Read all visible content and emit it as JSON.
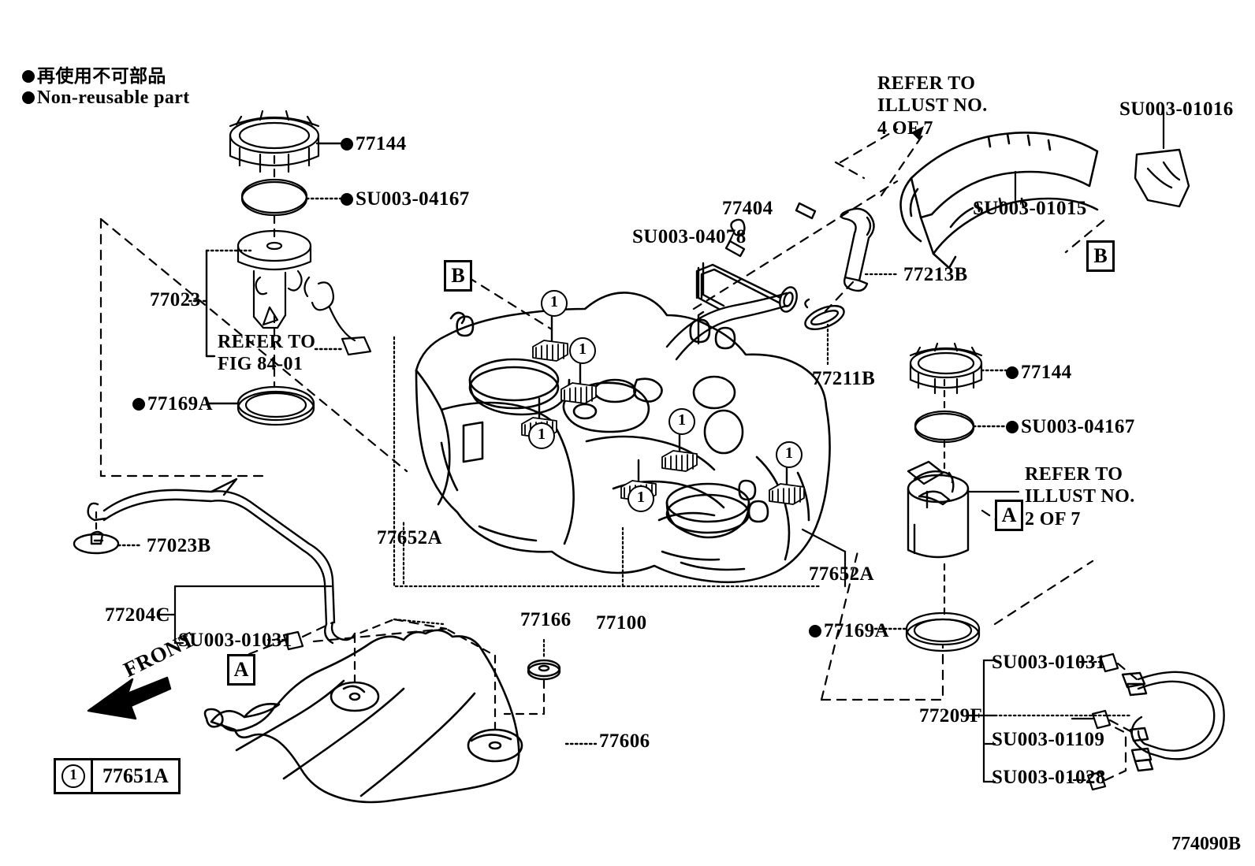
{
  "diagram": {
    "figure_code": "774090B",
    "legend": {
      "japanese": "再使用不可部品",
      "english": "Non-reusable part",
      "bullet_symbol": "●"
    },
    "item_legend": {
      "symbol": "1",
      "part_number": "77651A"
    },
    "front_arrow_label": "FRONT"
  },
  "ref_boxes": {
    "b_top_center": "B",
    "b_top_right": "B",
    "a_bottom_left": "A",
    "a_right": "A"
  },
  "callouts": {
    "tank_cap_ring_left": "77144",
    "oring_left": "SU003-04167",
    "fuel_pump_assy": "77023",
    "refer_fig_84_01": "REFER TO\nFIG 84-01",
    "gasket_left": "77169A",
    "fuel_pipe_clamp": "77023B",
    "fuel_tube_left": "77204C",
    "clip_left_su003_01031": "SU003-01031",
    "tank_band_left": "77652A",
    "tank_band_right": "77652A",
    "cover_washer": "77166",
    "fuel_tank": "77100",
    "tank_shield": "77606",
    "breather_pipe": "77404",
    "clip_su003_04078": "SU003-04078",
    "refer_illust_4_of_7": "REFER TO\nILLUST NO.\n4 OF 7",
    "filler_hose_77213b": "77213B",
    "filler_neck_hose": "SU003-01015",
    "filler_protector": "SU003-01016",
    "fuel_tank_gasket_77211b": "77211B",
    "tank_cap_ring_right": "77144",
    "oring_right": "SU003-04167",
    "refer_illust_2_of_7": "REFER TO\nILLUST NO.\n2 OF 7",
    "gasket_right": "77169A",
    "fuel_tube_right": "77209F",
    "clip_right_su003_01031": "SU003-01031",
    "clip_su003_01109": "SU003-01109",
    "clip_su003_01028": "SU003-01028"
  },
  "clip_markers": [
    {
      "id": "clip-1",
      "label": "1"
    },
    {
      "id": "clip-2",
      "label": "1"
    },
    {
      "id": "clip-3",
      "label": "1"
    },
    {
      "id": "clip-4",
      "label": "1"
    },
    {
      "id": "clip-5",
      "label": "1"
    },
    {
      "id": "clip-6",
      "label": "1"
    }
  ],
  "colors": {
    "ink": "#000000",
    "paper": "#ffffff"
  }
}
